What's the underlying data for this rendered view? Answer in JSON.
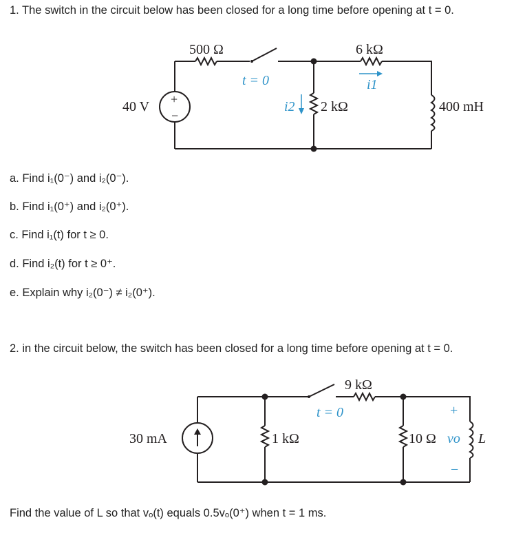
{
  "problem1": {
    "statement": "1. The switch in the circuit below has been closed for a long time before opening at t = 0.",
    "circuit": {
      "r1": "500 Ω",
      "switch": "t = 0",
      "r2": "6 kΩ",
      "i1": "i1",
      "source": "40 V",
      "i2": "i2",
      "r3": "2 kΩ",
      "inductor": "400 mH",
      "plus": "+",
      "minus": "−"
    },
    "parts": {
      "a": "a. Find i₁(0⁻) and i₂(0⁻).",
      "b": "b. Find i₁(0⁺) and i₂(0⁺).",
      "c": "c. Find i₁(t) for t ≥ 0.",
      "d": "d. Find i₂(t) for t ≥ 0⁺.",
      "e": "e. Explain why i₂(0⁻) ≠ i₂(0⁺)."
    }
  },
  "problem2": {
    "statement": "2. in the circuit below, the switch has been closed for a long time before opening at t = 0.",
    "circuit": {
      "r1": "9 kΩ",
      "switch": "t = 0",
      "source": "30 mA",
      "r2": "1 kΩ",
      "r3": "10 Ω",
      "vo": "vo",
      "inductor": "L",
      "plus": "+",
      "minus": "−"
    },
    "question": "Find the value of L so that vₒ(t) equals 0.5vₒ(0⁺) when t = 1 ms."
  },
  "colors": {
    "wire": "#231f20",
    "annotation": "#2e93c9",
    "text": "#222222"
  }
}
